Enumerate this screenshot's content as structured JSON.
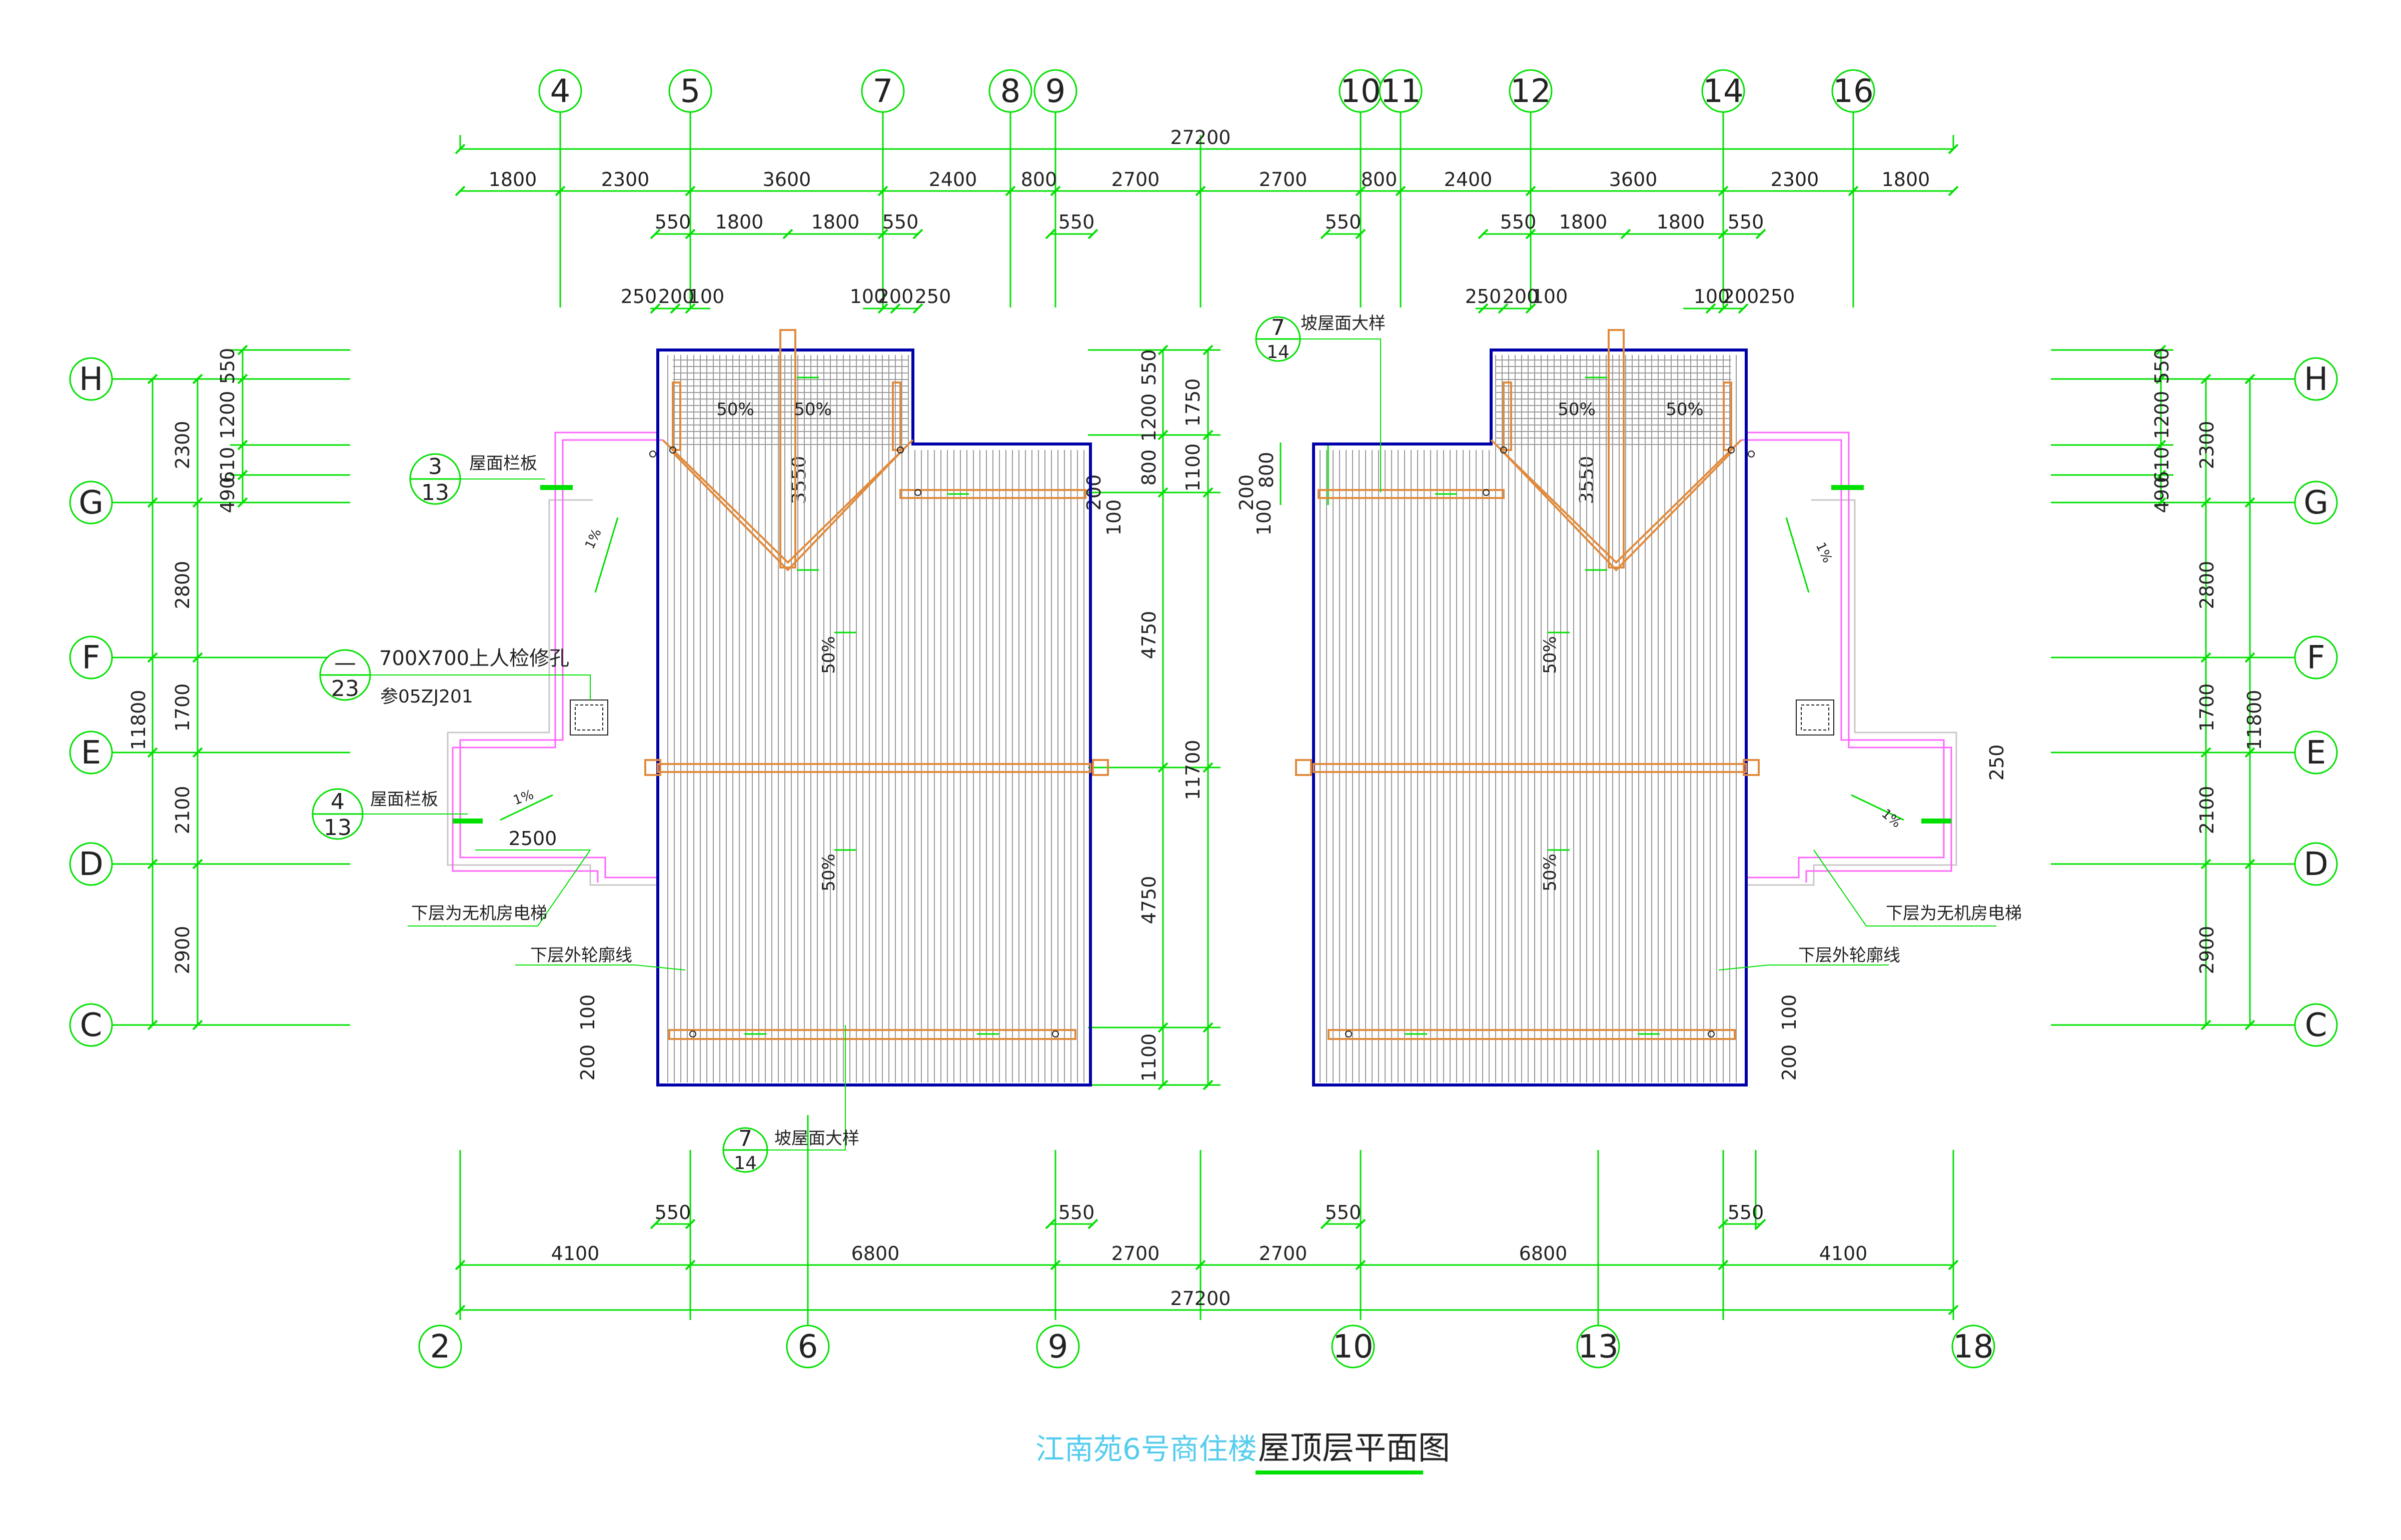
{
  "drawing": {
    "project": "江南苑6号商住楼",
    "name": "屋顶层平面图"
  },
  "colors": {
    "dimension": "#00e000",
    "outline": "#0000aa",
    "ridge": "#e08a3c",
    "parapet": "#ff66ff",
    "hatch": "#9a9a9a",
    "text": "#222222",
    "title": "#55ccee"
  },
  "axes": {
    "top": [
      "4",
      "5",
      "7",
      "8",
      "9",
      "10",
      "11",
      "12",
      "14",
      "16"
    ],
    "bottom": [
      "2",
      "6",
      "9",
      "10",
      "13",
      "18"
    ],
    "left_rows": [
      "H",
      "G",
      "F",
      "E",
      "D",
      "C"
    ],
    "right_rows": [
      "H",
      "G",
      "F",
      "E",
      "D",
      "C"
    ]
  },
  "dims": {
    "top_total": "27200",
    "top_row1": [
      "1800",
      "2300",
      "3600",
      "2400",
      "800",
      "2700",
      "2700",
      "800",
      "2400",
      "3600",
      "2300",
      "1800"
    ],
    "top_row2": [
      "550",
      "1800",
      "1800",
      "550",
      "550",
      "550",
      "550",
      "1800",
      "1800",
      "550"
    ],
    "top_row3": [
      "250",
      "200",
      "100",
      "100",
      "200",
      "250",
      "250",
      "200",
      "100",
      "100",
      "200",
      "250"
    ],
    "bottom_row0": [
      "550",
      "550",
      "550",
      "550"
    ],
    "bottom_row1": [
      "4100",
      "6800",
      "2700",
      "2700",
      "6800",
      "4100"
    ],
    "bottom_total": "27200",
    "left_total": "11800",
    "left_segments": [
      "2300",
      "2800",
      "1700",
      "2100",
      "2900"
    ],
    "left_detail": [
      "550",
      "1200",
      "610",
      "490"
    ],
    "right_total": "11800",
    "right_segments": [
      "2300",
      "2800",
      "1700",
      "2100",
      "2900"
    ],
    "right_detail": [
      "550",
      "1200",
      "610",
      "490"
    ],
    "mid_total": "11700",
    "mid_segments": [
      "1750",
      "4750",
      "4750",
      "1100"
    ],
    "mid_detail": [
      "550",
      "1200",
      "800",
      "1100",
      "200",
      "100"
    ],
    "left_bottom": [
      "100",
      "200"
    ],
    "right_bottom": [
      "100",
      "200"
    ],
    "left_small": [
      "800",
      "200",
      "100"
    ],
    "roof_width": "3550",
    "lift_width": "2500",
    "right_e": "250"
  },
  "labels": {
    "slope_50": "50%",
    "slope_1": "1%",
    "parapet": "屋面栏板",
    "hatch_note": "700X700上人检修孔",
    "hatch_ref": "参05ZJ201",
    "lift_below": "下层为无机房电梯",
    "outline_below": "下层外轮廓线",
    "roof_detail": "坡屋面大样"
  },
  "callouts": {
    "c1": {
      "num": "3",
      "sheet": "13"
    },
    "c2": {
      "num": "—",
      "sheet": "23"
    },
    "c3": {
      "num": "4",
      "sheet": "13"
    },
    "c4": {
      "num": "7",
      "sheet": "14"
    },
    "c5": {
      "num": "7",
      "sheet": "14"
    }
  }
}
